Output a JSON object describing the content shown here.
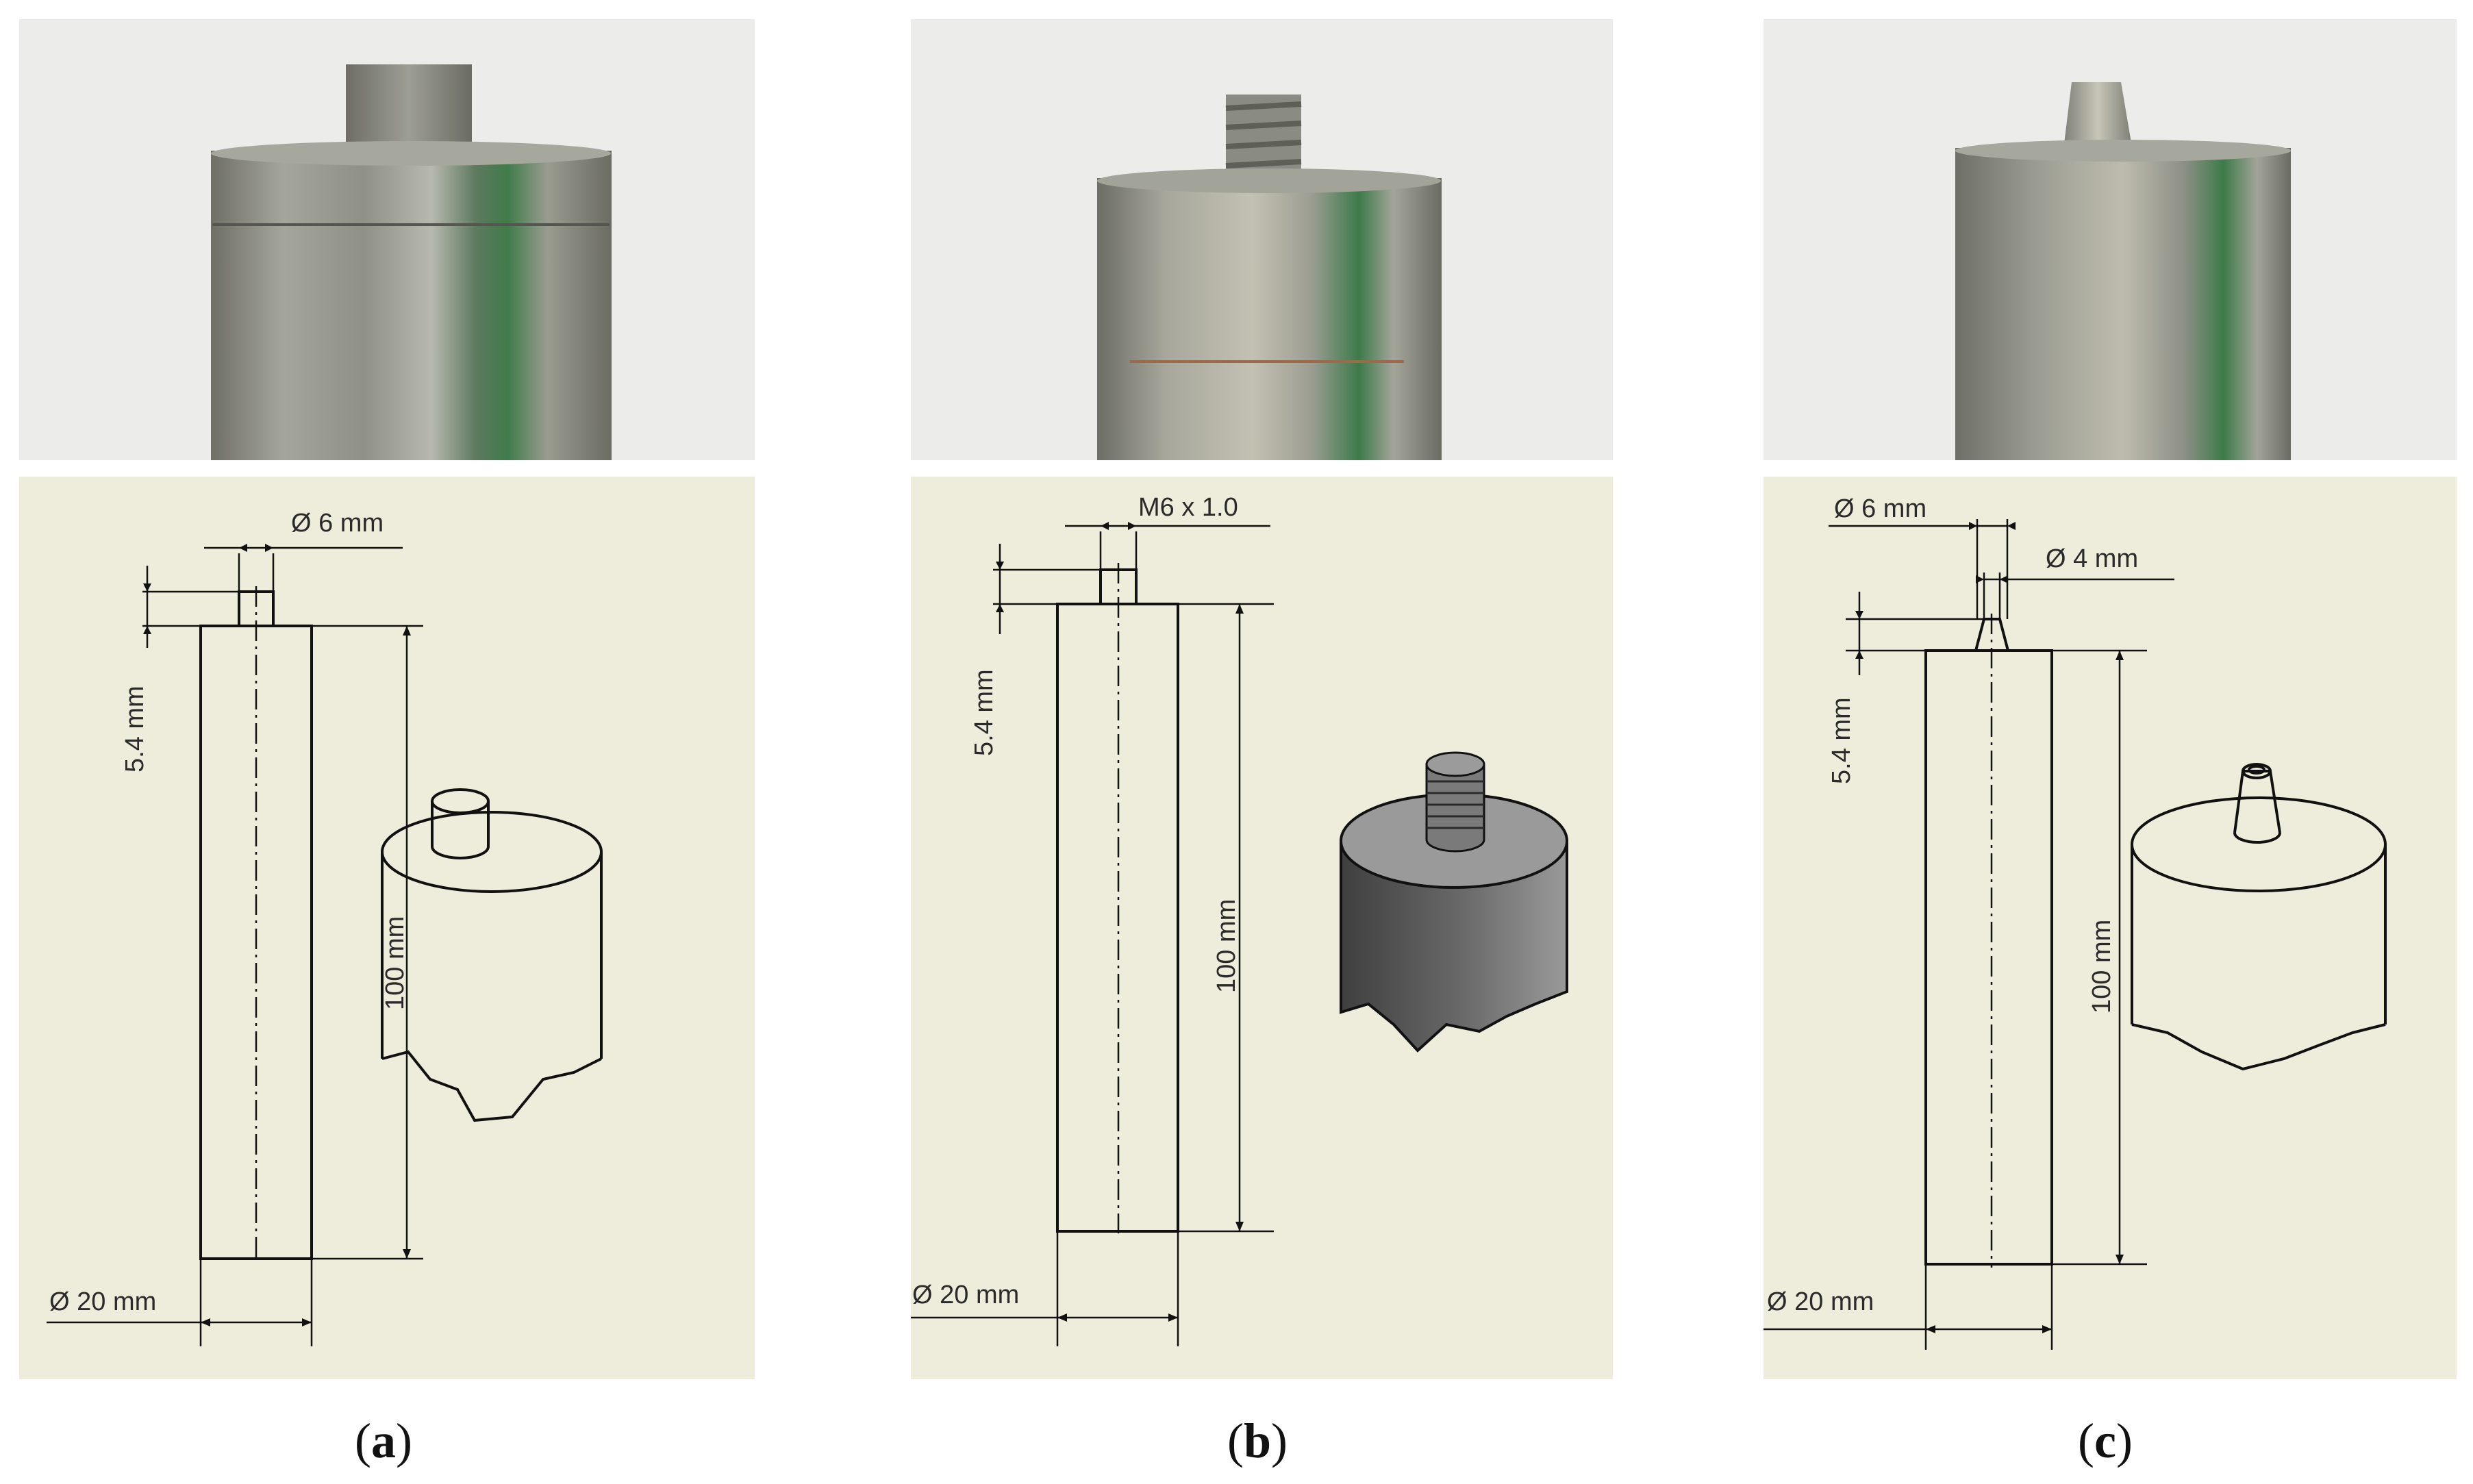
{
  "panels": [
    {
      "id": "a",
      "caption": "a",
      "dims": {
        "tip_diameter": "Ø 6 mm",
        "tip_height": "5.4 mm",
        "length": "100 mm",
        "body_diameter": "Ø 20 mm"
      }
    },
    {
      "id": "b",
      "caption": "b",
      "dims": {
        "thread": "M6 x 1.0",
        "tip_height": "5.4 mm",
        "length": "100 mm",
        "body_diameter": "Ø 20 mm"
      }
    },
    {
      "id": "c",
      "caption": "c",
      "dims": {
        "tip_diameter_top": "Ø 6 mm",
        "tip_diameter_bottom": "Ø 4 mm",
        "tip_height": "5.4 mm",
        "length": "100 mm",
        "body_diameter": "Ø 20 mm"
      }
    }
  ],
  "colors": {
    "drawing_background": "#EEEDDC",
    "line": "#111111",
    "photo_background": "#ECECEA",
    "metal": "#8E8F86"
  }
}
